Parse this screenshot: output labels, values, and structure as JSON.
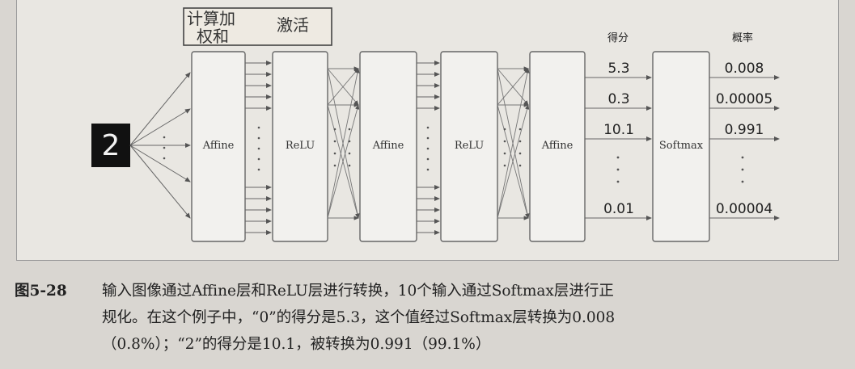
{
  "diagram": {
    "input_digit": "2",
    "handwritten_note": [
      "计算加",
      "权和",
      "激活"
    ],
    "layers": [
      "Affine",
      "ReLU",
      "Affine",
      "ReLU",
      "Affine",
      "Softmax"
    ],
    "score_header": "得分",
    "prob_header": "概率",
    "scores": [
      "5.3",
      "0.3",
      "10.1",
      "0.01"
    ],
    "probabilities": [
      "0.008",
      "0.00005",
      "0.991",
      "0.00004"
    ]
  },
  "caption": {
    "figure_number": "图5-28",
    "lines": [
      "输入图像通过Affine层和ReLU层进行转换，10个输入通过Softmax层进行正",
      "规化。在这个例子中，“0”的得分是5.3，这个值经过Softmax层转换为0.008",
      "（0.8%）；“2”的得分是10.1，被转换为0.991（99.1%）"
    ]
  }
}
